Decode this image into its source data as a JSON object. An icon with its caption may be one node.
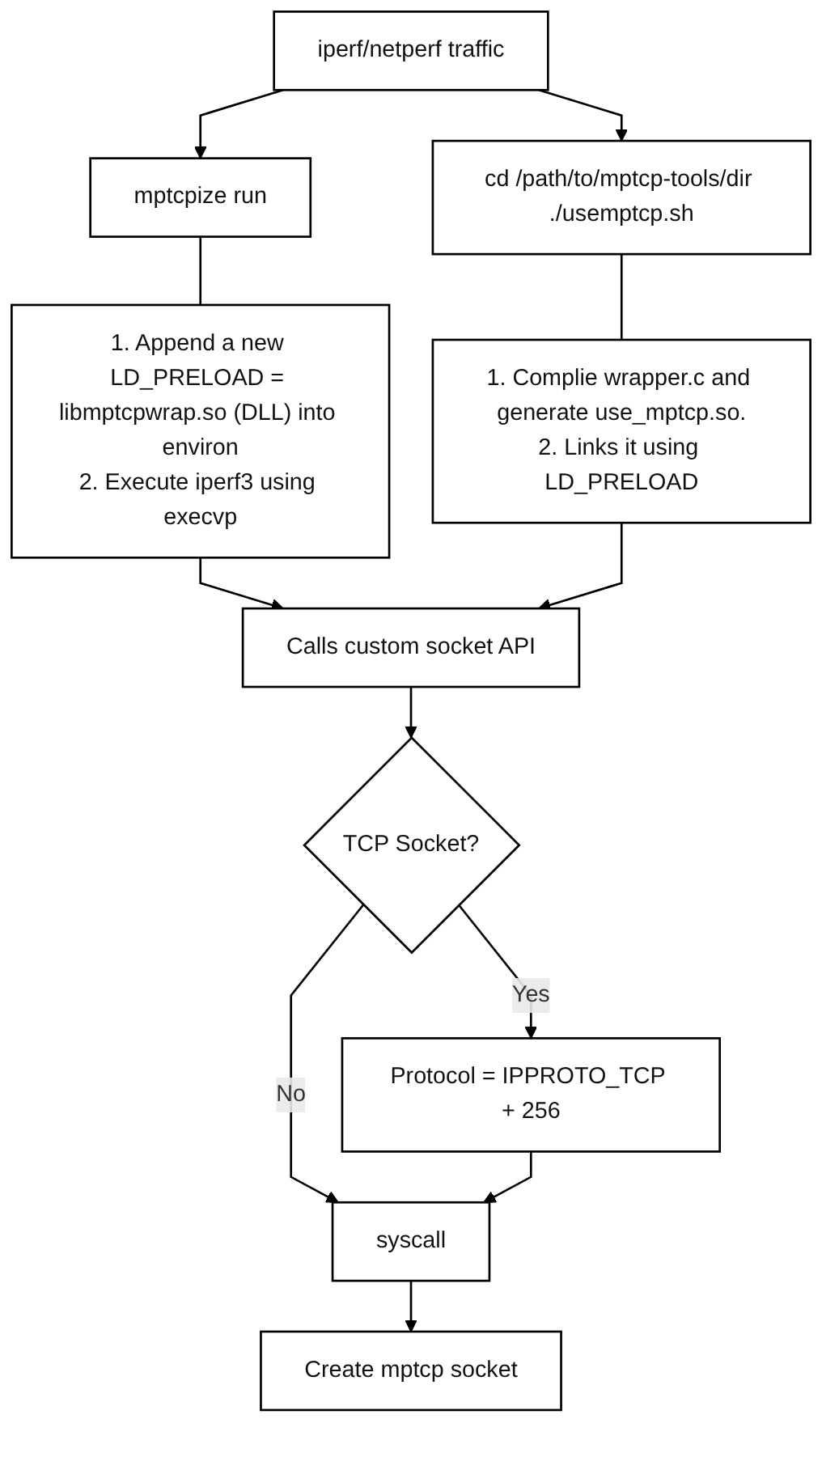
{
  "diagram": {
    "nodes": [
      {
        "text": [
          "iperf/netperf traffic"
        ]
      },
      {
        "text": [
          "mptcpize run"
        ]
      },
      {
        "text": [
          "cd /path/to/mptcp-tools/dir ./usemptcp.sh"
        ]
      },
      {
        "text": [
          "1. Append a new LD_PRELOAD = libmptcpwrap.so (DLL) into environ",
          "2. Execute iperf3 using execvp"
        ]
      },
      {
        "text": [
          "1. Complie wrapper.c and generate use_mptcp.so.",
          "2. Links it using LD_PRELOAD"
        ]
      },
      {
        "text": [
          "Calls custom socket API"
        ]
      },
      {
        "text": [
          "TCP Socket?"
        ]
      },
      {
        "text": [
          "Protocol = IPPROTO_TCP + 256"
        ]
      },
      {
        "text": [
          "syscall"
        ]
      },
      {
        "text": [
          "Create mptcp socket"
        ]
      }
    ],
    "edges": [
      {
        "from": 0,
        "to": 1,
        "arrow": "to"
      },
      {
        "from": 0,
        "to": 2,
        "arrow": "to"
      },
      {
        "from": 1,
        "to": 3,
        "arrow": "none"
      },
      {
        "from": 2,
        "to": 4,
        "arrow": "none"
      },
      {
        "from": 3,
        "to": 5,
        "arrow": "to"
      },
      {
        "from": 4,
        "to": 5,
        "arrow": "to"
      },
      {
        "from": 5,
        "to": 6,
        "arrow": "to"
      },
      {
        "from": 6,
        "to": 8,
        "label": "No",
        "arrow": "to"
      },
      {
        "from": 6,
        "to": 7,
        "label": "Yes",
        "arrow": "to"
      },
      {
        "from": 7,
        "to": 8,
        "arrow": "to"
      },
      {
        "from": 8,
        "to": 9,
        "arrow": "to"
      }
    ]
  }
}
